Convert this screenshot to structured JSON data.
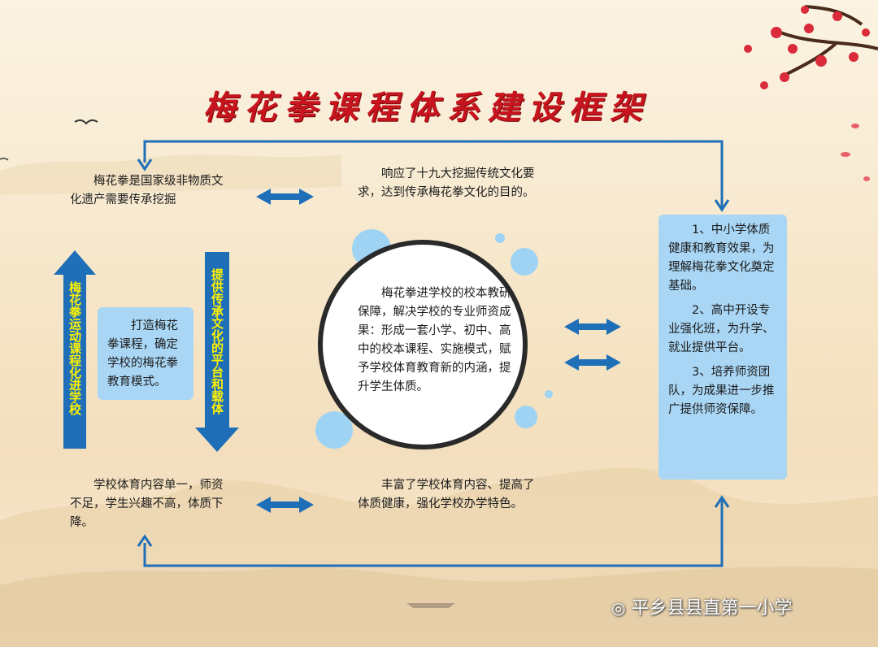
{
  "title": "梅花拳课程体系建设框架",
  "top_left_text": "梅花拳是国家级非物质文化遗产需要传承挖掘",
  "top_right_text": "响应了十九大挖掘传统文化要求，达到传承梅花拳文化的目的。",
  "left_vertical_label": "梅花拳运动课程化进学校",
  "middle_vertical_label": "提供传承文化的平台和载体",
  "left_box_text": "打造梅花拳课程，确定学校的梅花拳教育模式。",
  "center_circle_text": "梅花拳进学校的校本教研保障，解决学校的专业师资成果：形成一套小学、初中、高中的校本课程、实施模式，赋予学校体育教育新的内涵，提升学生体质。",
  "right_box": {
    "item1": "1、中小学体质健康和教育效果，为理解梅花拳文化奠定基础。",
    "item2": "2、高中开设专业强化班，为升学、就业提供平台。",
    "item3": "3、培养师资团队，为成果进一步推广提供师资保障。"
  },
  "bottom_left_text": "学校体育内容单一，师资不足，学生兴趣不高，体质下降。",
  "bottom_right_text": "丰富了学校体育内容、提高了体质健康，强化学校办学特色。",
  "watermark": "平乡县县直第一小学",
  "colors": {
    "title": "#c8141e",
    "arrow_blue": "#1f6fb8",
    "box_blue": "#a9d6f5",
    "vertical_label": "#fff200",
    "circle_border": "#2a2a2a",
    "dots": "#9fd3f3"
  }
}
